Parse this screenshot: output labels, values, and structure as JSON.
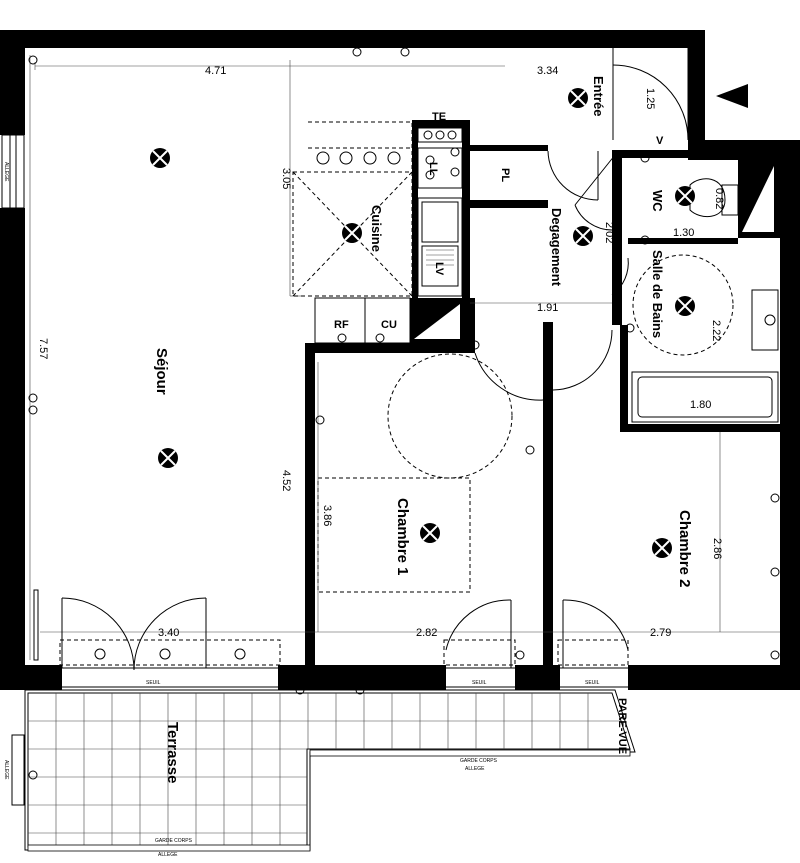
{
  "rooms": {
    "sejour": "Séjour",
    "entree": "Entrée",
    "cuisine": "Cuisine",
    "degagement": "Degagement",
    "wc": "WC",
    "salle_de_bains": "Salle de Bains",
    "chambre1": "Chambre 1",
    "chambre2": "Chambre 2",
    "terrasse": "Terrasse"
  },
  "dimensions": {
    "top_left": "4.71",
    "top_right": "3.34",
    "entree_h": "1.25",
    "kitchen_h": "3.05",
    "sejour_h": "7.57",
    "sejour_mid": "4.52",
    "sejour_w": "3.40",
    "ch1_w": "2.82",
    "ch2_w": "2.79",
    "ch1_h": "3.86",
    "ch2_h": "2.86",
    "deg_w": "1.91",
    "deg_h": "2.02",
    "wc_w": "1.30",
    "wc_h": "0.82",
    "bath_h": "2.22",
    "bath_w": "1.80"
  },
  "fixtures": {
    "te": "TE",
    "ll": "LL",
    "pl": "PL",
    "lv": "LV",
    "rf": "RF",
    "cu": "CU",
    "v": "V",
    "pare_vue": "PARE-VUE",
    "seuil": "SEUIL",
    "garde_corps": "GARDE CORPS",
    "allege": "ALLEGE"
  }
}
